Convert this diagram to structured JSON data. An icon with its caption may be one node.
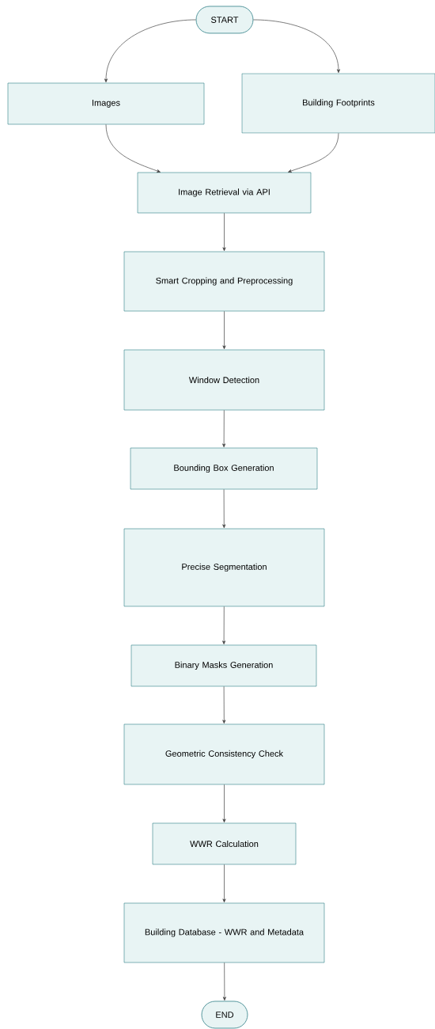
{
  "diagram": {
    "nodes": [
      {
        "text": [
          "START"
        ]
      },
      {
        "text": [
          "Images"
        ]
      },
      {
        "text": [
          "Building Footprints"
        ]
      },
      {
        "text": [
          "Image Retrieval via API"
        ]
      },
      {
        "text": [
          "Smart Cropping and Preprocessing"
        ]
      },
      {
        "text": [
          "Window Detection"
        ]
      },
      {
        "text": [
          "Bounding Box Generation"
        ]
      },
      {
        "text": [
          "Precise Segmentation"
        ]
      },
      {
        "text": [
          "Binary Masks Generation"
        ]
      },
      {
        "text": [
          "Geometric Consistency Check"
        ]
      },
      {
        "text": [
          "WWR Calculation"
        ]
      },
      {
        "text": [
          "Building Database - WWR and Metadata"
        ]
      },
      {
        "text": [
          "END"
        ]
      }
    ],
    "edges": [
      {
        "from": 0,
        "to": 1,
        "arrow": "to"
      },
      {
        "from": 0,
        "to": 2,
        "arrow": "to"
      },
      {
        "from": 1,
        "to": 3,
        "arrow": "to"
      },
      {
        "from": 2,
        "to": 3,
        "arrow": "to"
      },
      {
        "from": 3,
        "to": 4,
        "arrow": "to"
      },
      {
        "from": 4,
        "to": 5,
        "arrow": "to"
      },
      {
        "from": 5,
        "to": 6,
        "arrow": "to"
      },
      {
        "from": 6,
        "to": 7,
        "arrow": "to"
      },
      {
        "from": 7,
        "to": 8,
        "arrow": "to"
      },
      {
        "from": 8,
        "to": 9,
        "arrow": "to"
      },
      {
        "from": 9,
        "to": 10,
        "arrow": "to"
      },
      {
        "from": 10,
        "to": 11,
        "arrow": "to"
      },
      {
        "from": 11,
        "to": 12,
        "arrow": "to"
      }
    ]
  }
}
